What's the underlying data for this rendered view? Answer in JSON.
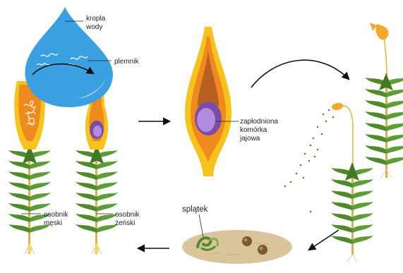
{
  "labels": {
    "water_drop": [
      "kropla",
      "wody"
    ],
    "sperm": "plemnik",
    "fertilized_egg": [
      "zapłodniona",
      "komórka",
      "jajowa"
    ],
    "protonema": "splątek",
    "male": [
      "osobnik",
      "męski"
    ],
    "female": [
      "osobnik",
      "żeński"
    ]
  },
  "colors": {
    "leaf": "#4f8a2c",
    "leaf_light": "#7db544",
    "organ_outer": "#f7c21b",
    "organ_inner": "#ef8a1f",
    "egg": "#7a4ea8",
    "egg_inner": "#b08be0",
    "drop": "#3aa0e0",
    "soil": "#d9c49b",
    "spore": "#8a6b3a",
    "arrow": "#111111"
  }
}
